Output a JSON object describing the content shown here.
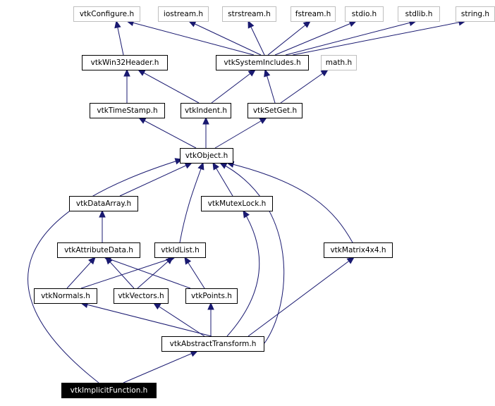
{
  "colors": {
    "edge": "#191970",
    "node_border": "#000000",
    "external_border": "#bfbfbf",
    "target_fill": "#000000",
    "target_text": "#ffffff"
  },
  "nodes": [
    {
      "id": "vtkConfigure",
      "label": "vtkConfigure.h",
      "external": true
    },
    {
      "id": "iostream",
      "label": "iostream.h",
      "external": true
    },
    {
      "id": "strstream",
      "label": "strstream.h",
      "external": true
    },
    {
      "id": "fstream",
      "label": "fstream.h",
      "external": true
    },
    {
      "id": "stdio",
      "label": "stdio.h",
      "external": true
    },
    {
      "id": "stdlib",
      "label": "stdlib.h",
      "external": true
    },
    {
      "id": "string",
      "label": "string.h",
      "external": true
    },
    {
      "id": "vtkWin32Header",
      "label": "vtkWin32Header.h"
    },
    {
      "id": "vtkSystemIncludes",
      "label": "vtkSystemIncludes.h"
    },
    {
      "id": "math",
      "label": "math.h",
      "external": true
    },
    {
      "id": "vtkTimeStamp",
      "label": "vtkTimeStamp.h"
    },
    {
      "id": "vtkIndent",
      "label": "vtkIndent.h"
    },
    {
      "id": "vtkSetGet",
      "label": "vtkSetGet.h"
    },
    {
      "id": "vtkObject",
      "label": "vtkObject.h"
    },
    {
      "id": "vtkDataArray",
      "label": "vtkDataArray.h"
    },
    {
      "id": "vtkMutexLock",
      "label": "vtkMutexLock.h"
    },
    {
      "id": "vtkAttributeData",
      "label": "vtkAttributeData.h"
    },
    {
      "id": "vtkIdList",
      "label": "vtkIdList.h"
    },
    {
      "id": "vtkMatrix4x4",
      "label": "vtkMatrix4x4.h"
    },
    {
      "id": "vtkNormals",
      "label": "vtkNormals.h"
    },
    {
      "id": "vtkVectors",
      "label": "vtkVectors.h"
    },
    {
      "id": "vtkPoints",
      "label": "vtkPoints.h"
    },
    {
      "id": "vtkAbstractTransform",
      "label": "vtkAbstractTransform.h"
    },
    {
      "id": "vtkImplicitFunction",
      "label": "vtkImplicitFunction.h",
      "target": true
    }
  ],
  "edges": [
    {
      "from": "vtkWin32Header",
      "to": "vtkConfigure"
    },
    {
      "from": "vtkSystemIncludes",
      "to": "vtkConfigure"
    },
    {
      "from": "vtkSystemIncludes",
      "to": "iostream"
    },
    {
      "from": "vtkSystemIncludes",
      "to": "strstream"
    },
    {
      "from": "vtkSystemIncludes",
      "to": "fstream"
    },
    {
      "from": "vtkSystemIncludes",
      "to": "stdio"
    },
    {
      "from": "vtkSystemIncludes",
      "to": "stdlib"
    },
    {
      "from": "vtkSystemIncludes",
      "to": "string"
    },
    {
      "from": "vtkTimeStamp",
      "to": "vtkWin32Header"
    },
    {
      "from": "vtkIndent",
      "to": "vtkWin32Header"
    },
    {
      "from": "vtkIndent",
      "to": "vtkSystemIncludes"
    },
    {
      "from": "vtkSetGet",
      "to": "vtkSystemIncludes"
    },
    {
      "from": "vtkSetGet",
      "to": "math"
    },
    {
      "from": "vtkObject",
      "to": "vtkTimeStamp"
    },
    {
      "from": "vtkObject",
      "to": "vtkIndent"
    },
    {
      "from": "vtkObject",
      "to": "vtkSetGet"
    },
    {
      "from": "vtkDataArray",
      "to": "vtkObject"
    },
    {
      "from": "vtkMutexLock",
      "to": "vtkObject"
    },
    {
      "from": "vtkIdList",
      "to": "vtkObject"
    },
    {
      "from": "vtkMatrix4x4",
      "to": "vtkObject"
    },
    {
      "from": "vtkAbstractTransform",
      "to": "vtkObject"
    },
    {
      "from": "vtkImplicitFunction",
      "to": "vtkObject"
    },
    {
      "from": "vtkAttributeData",
      "to": "vtkDataArray"
    },
    {
      "from": "vtkNormals",
      "to": "vtkAttributeData"
    },
    {
      "from": "vtkNormals",
      "to": "vtkIdList"
    },
    {
      "from": "vtkVectors",
      "to": "vtkAttributeData"
    },
    {
      "from": "vtkVectors",
      "to": "vtkIdList"
    },
    {
      "from": "vtkPoints",
      "to": "vtkAttributeData"
    },
    {
      "from": "vtkPoints",
      "to": "vtkIdList"
    },
    {
      "from": "vtkAbstractTransform",
      "to": "vtkNormals"
    },
    {
      "from": "vtkAbstractTransform",
      "to": "vtkVectors"
    },
    {
      "from": "vtkAbstractTransform",
      "to": "vtkPoints"
    },
    {
      "from": "vtkAbstractTransform",
      "to": "vtkMutexLock"
    },
    {
      "from": "vtkAbstractTransform",
      "to": "vtkMatrix4x4"
    },
    {
      "from": "vtkImplicitFunction",
      "to": "vtkAbstractTransform"
    }
  ]
}
